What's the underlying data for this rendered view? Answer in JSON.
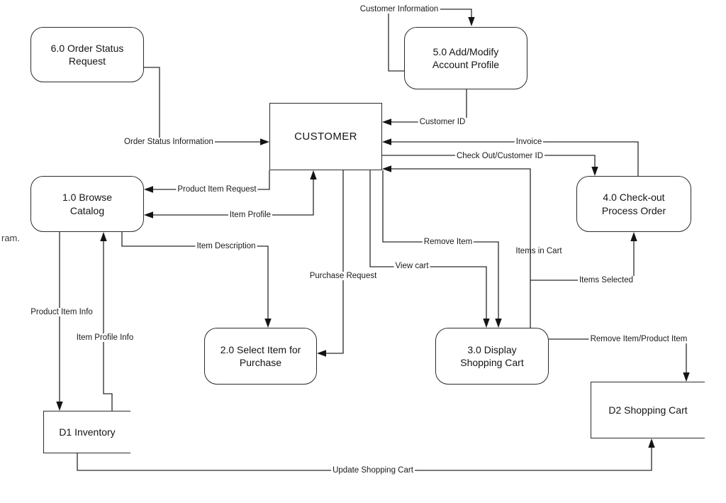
{
  "side_text": "ram.",
  "colors": {
    "background": "#ffffff",
    "line": "#2a2a2a",
    "text": "#171717"
  },
  "nodes": {
    "p6": {
      "label": "6.0 Order Status\nRequest",
      "type": "process"
    },
    "p5": {
      "label": "5.0 Add/Modify\nAccount Profile",
      "type": "process"
    },
    "customer": {
      "label": "CUSTOMER",
      "type": "external-entity"
    },
    "p1": {
      "label": "1.0 Browse\nCatalog",
      "type": "process"
    },
    "p4": {
      "label": "4.0 Check-out\nProcess Order",
      "type": "process"
    },
    "p2": {
      "label": "2.0 Select Item for\nPurchase",
      "type": "process"
    },
    "p3": {
      "label": "3.0 Display\nShopping Cart",
      "type": "process"
    },
    "d1": {
      "label": "D1 Inventory",
      "type": "data-store"
    },
    "d2": {
      "label": "D2 Shopping Cart",
      "type": "data-store"
    }
  },
  "flows": {
    "customer_information": {
      "label": "Customer Information",
      "from": "customer",
      "to": "p5"
    },
    "order_status_information": {
      "label": "Order Status Information",
      "from": "p6",
      "to": "customer"
    },
    "customer_id": {
      "label": "Customer ID",
      "from": "p5",
      "to": "customer"
    },
    "invoice": {
      "label": "Invoice",
      "from": "p4",
      "to": "customer"
    },
    "check_out_customer_id": {
      "label": "Check Out/Customer ID",
      "from": "customer",
      "to": "p4"
    },
    "items_in_cart": {
      "label": "Items in Cart",
      "from": "p3",
      "to": "customer"
    },
    "remove_item": {
      "label": "Remove Item",
      "from": "customer",
      "to": "p3"
    },
    "view_cart": {
      "label": "View cart",
      "from": "customer",
      "to": "p3"
    },
    "purchase_request": {
      "label": "Purchase Request",
      "from": "customer",
      "to": "p2"
    },
    "item_description": {
      "label": "Item Description",
      "from": "p1",
      "to": "p2"
    },
    "product_item_request": {
      "label": "Product Item Request",
      "from": "customer",
      "to": "p1"
    },
    "item_profile": {
      "label": "Item Profile",
      "from": "p1",
      "to": "customer"
    },
    "product_item_info": {
      "label": "Product Item Info",
      "from": "p1",
      "to": "d1"
    },
    "item_profile_info": {
      "label": "Item Profile Info",
      "from": "d1",
      "to": "p1"
    },
    "items_selected": {
      "label": "Items Selected",
      "from": "p3",
      "to": "p4"
    },
    "remove_item_product_item": {
      "label": "Remove Item/Product Item",
      "from": "p3",
      "to": "d2"
    },
    "update_shopping_cart": {
      "label": "Update Shopping Cart",
      "from": "d1",
      "to": "d2"
    }
  }
}
